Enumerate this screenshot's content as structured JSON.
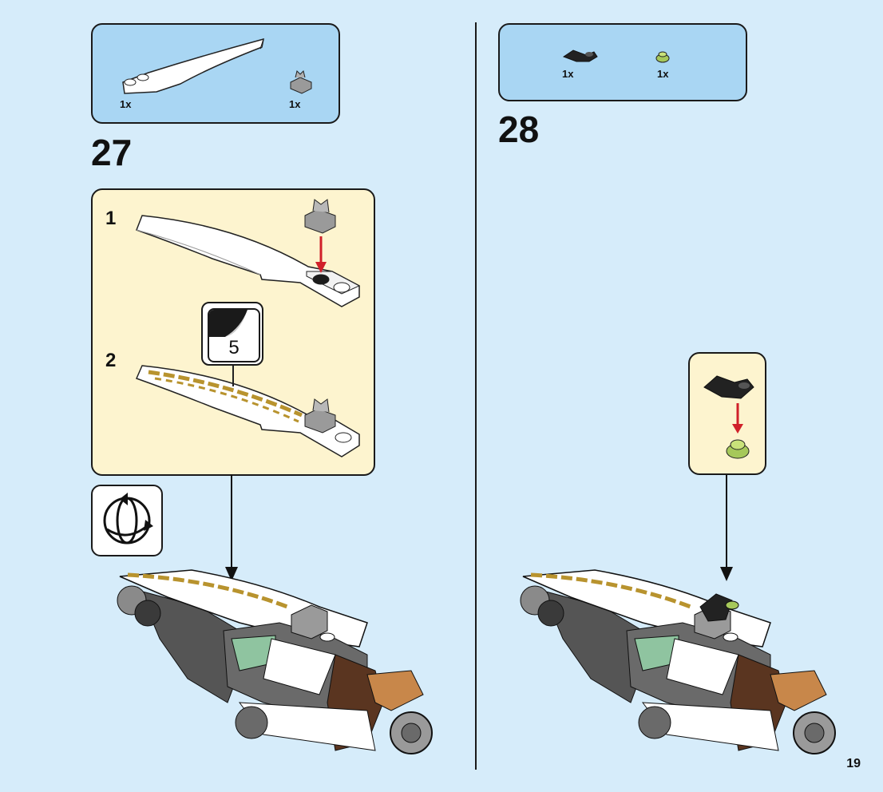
{
  "page": {
    "number": "19"
  },
  "step27": {
    "number": "27",
    "parts": [
      {
        "name": "white curved slope",
        "qty": "1x"
      },
      {
        "name": "light bluish gray clip plate",
        "qty": "1x"
      }
    ],
    "substeps": [
      "1",
      "2"
    ],
    "sticker_number": "5",
    "rotate_icon": "rotate-model-icon"
  },
  "step28": {
    "number": "28",
    "parts": [
      {
        "name": "black wing plate",
        "qty": "1x"
      },
      {
        "name": "trans-green round plate",
        "qty": "1x"
      }
    ]
  },
  "colors": {
    "background": "#d6ecfa",
    "parts_box": "#a9d6f3",
    "sub_box": "#fdf4cf",
    "arrow_red": "#d0202a",
    "gold_print": "#b8932e"
  }
}
